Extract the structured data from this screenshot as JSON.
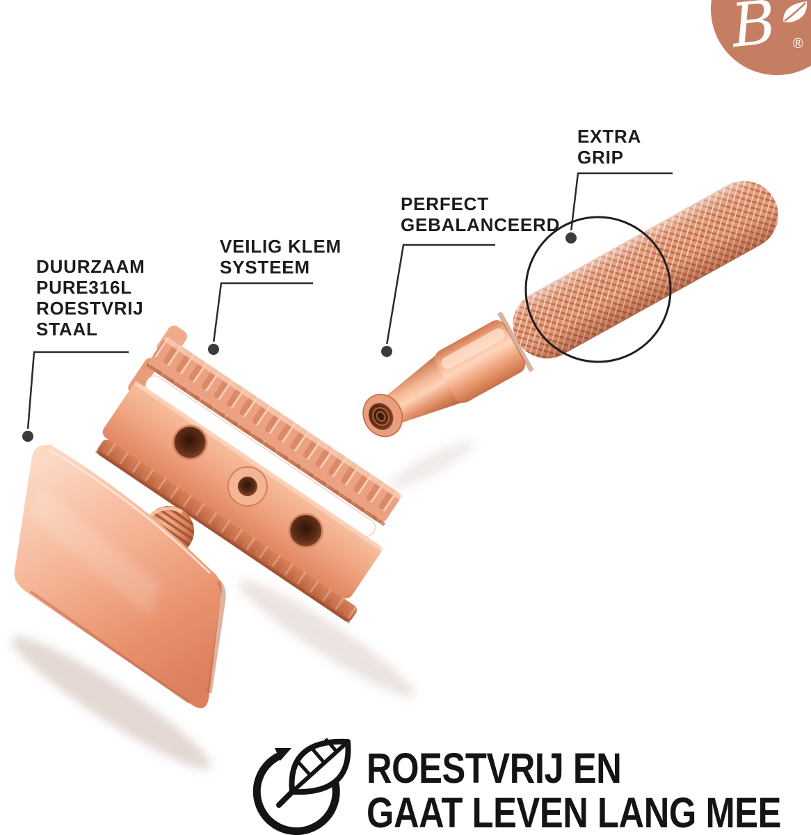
{
  "background": "#ffffff",
  "colors": {
    "rose_gold_light": "#f9cfb5",
    "rose_gold": "#eda082",
    "rose_gold_deep": "#cf7350",
    "logo_circle": "#c67e62",
    "ink": "#1c1c1c"
  },
  "logo": {
    "initial": "B",
    "registered": "®",
    "icon": "brand-leaf-icon"
  },
  "callouts": {
    "durable": {
      "lines": [
        "DUURZAAM",
        "PURE316L",
        "ROESTVRIJ",
        "STAAL"
      ]
    },
    "clamp": {
      "lines": [
        "VEILIG KLEM",
        "SYSTEEM"
      ]
    },
    "balanced": {
      "lines": [
        "PERFECT",
        "GEBALANCEERD"
      ]
    },
    "grip": {
      "lines": [
        "EXTRA",
        "GRIP"
      ]
    }
  },
  "footer": {
    "icon": "leaf-recycle-icon",
    "lines": [
      "ROESTVRIJ EN",
      "GAAT LEVEN LANG MEE"
    ]
  }
}
